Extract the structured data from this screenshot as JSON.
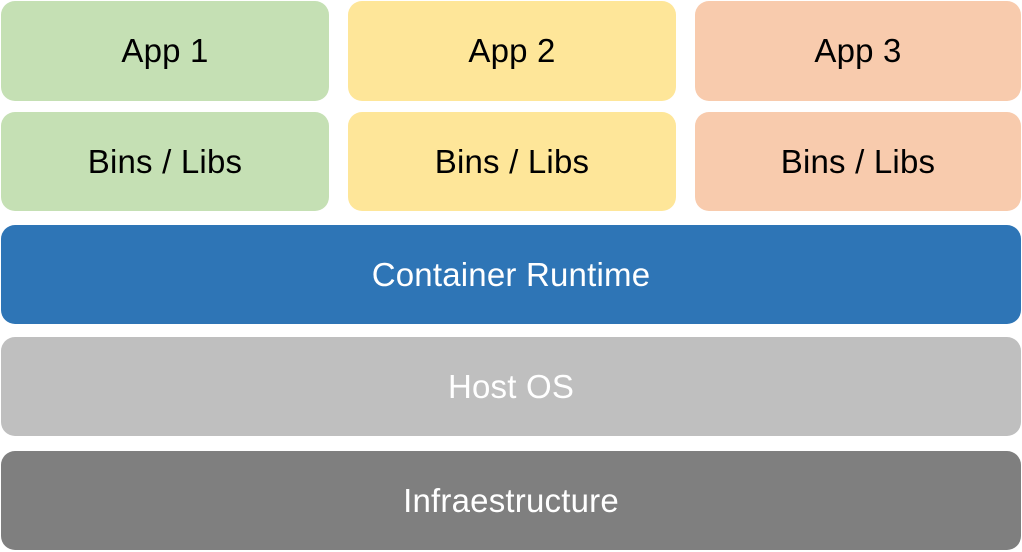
{
  "apps": [
    {
      "app_label": "App 1",
      "libs_label": "Bins / Libs",
      "fill": "#c5e0b4",
      "text_color": "#000000"
    },
    {
      "app_label": "App 2",
      "libs_label": "Bins / Libs",
      "fill": "#fee699",
      "text_color": "#000000"
    },
    {
      "app_label": "App 3",
      "libs_label": "Bins / Libs",
      "fill": "#f8cbad",
      "text_color": "#000000"
    }
  ],
  "layers": {
    "runtime": {
      "label": "Container Runtime",
      "fill": "#2e75b6",
      "text_color": "#ffffff"
    },
    "host_os": {
      "label": "Host OS",
      "fill": "#bfbfbf",
      "text_color": "#ffffff"
    },
    "infrastructure": {
      "label": "Infraestructure",
      "fill": "#7f7f7f",
      "text_color": "#ffffff"
    }
  }
}
